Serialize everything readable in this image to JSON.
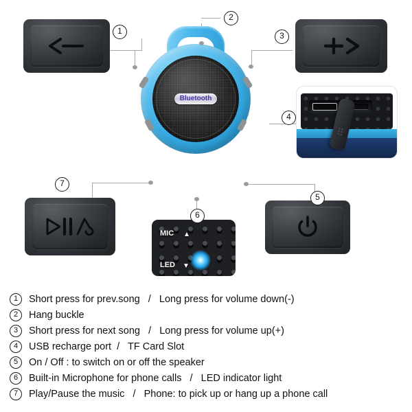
{
  "product": {
    "brand_badge": "Bluetooth",
    "badge_text_color": "#4b2fa8",
    "body_color": "#49b6ec",
    "grille_color": "#121212"
  },
  "callouts": [
    {
      "number": "1",
      "icon": "previous-track-icon",
      "glyph": "previous"
    },
    {
      "number": "2",
      "icon": "hang-buckle-icon",
      "glyph": "handle"
    },
    {
      "number": "3",
      "icon": "next-track-icon",
      "glyph": "next"
    },
    {
      "number": "4",
      "icon": "usb-port-icon",
      "glyph": "usb"
    },
    {
      "number": "5",
      "icon": "power-icon",
      "glyph": "power"
    },
    {
      "number": "6",
      "icon": "microphone-led-icon",
      "glyph": "micled"
    },
    {
      "number": "7",
      "icon": "play-pause-phone-icon",
      "glyph": "playpause"
    }
  ],
  "mic_panel": {
    "mic_label": "MIC",
    "mic_arrow": "▲",
    "led_label": "LED",
    "led_arrow": "▼",
    "led_color": "#1d9fe8"
  },
  "legend": {
    "items": [
      {
        "number": "1",
        "text": "Short press for prev.song   /   Long press for volume down(-)"
      },
      {
        "number": "2",
        "text": "Hang buckle"
      },
      {
        "number": "3",
        "text": "Short press for next song   /   Long press for volume up(+)"
      },
      {
        "number": "4",
        "text": "USB recharge port  /   TF Card Slot"
      },
      {
        "number": "5",
        "text": "On / Off : to switch on or off the speaker"
      },
      {
        "number": "6",
        "text": "Built-in Microphone for phone calls   /   LED indicator light"
      },
      {
        "number": "7",
        "text": "Play/Pause the music   /   Phone: to pick up or hang up a phone call"
      }
    ]
  }
}
